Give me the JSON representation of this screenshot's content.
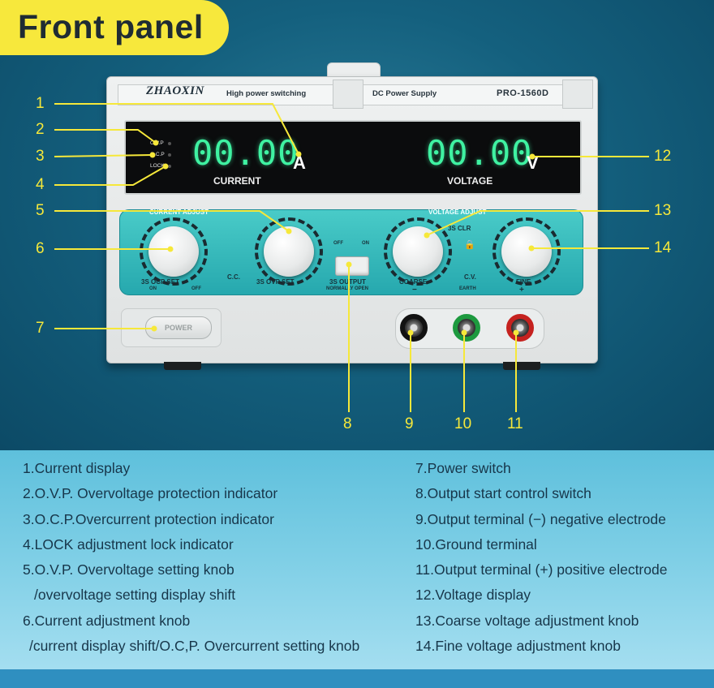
{
  "title": "Front panel",
  "device": {
    "brand": "ZHAOXIN",
    "tagline": "High power switching",
    "product": "DC Power Supply",
    "model": "PRO-1560D",
    "current_reading": "00.00",
    "current_unit": "A",
    "current_label": "CURRENT",
    "voltage_reading": "00.00",
    "voltage_unit": "V",
    "voltage_label": "VOLTAGE",
    "indicators": [
      "O.V.P",
      "O.C.P",
      "LOCK"
    ],
    "current_adjust_label": "CURRENT ADJUST",
    "voltage_adjust_label": "VOLTAGE ADJUST",
    "ocp_set": "3S  OCP SET",
    "ovp_set": "3S  OVP SET",
    "cc": "C.C.",
    "cv": "C.V.",
    "output_label": "3S OUTPUT",
    "normally_open": "NORMALLY OPEN",
    "off_label": "OFF",
    "on_label": "ON",
    "clr": "3S CLR",
    "coarse": "COARSE",
    "fine": "FINE",
    "earth": "EARTH",
    "minus": "−",
    "plus": "+",
    "on_small": "ON",
    "off_small": "OFF",
    "power_label": "POWER"
  },
  "callouts": [
    "1",
    "2",
    "3",
    "4",
    "5",
    "6",
    "7",
    "8",
    "9",
    "10",
    "11",
    "12",
    "13",
    "14"
  ],
  "legend_left": [
    "1.Current display",
    "2.O.V.P. Overvoltage protection indicator",
    "3.O.C.P.Overcurrent protection indicator",
    "4.LOCK adjustment lock indicator",
    "5.O.V.P. Overvoltage setting knob",
    "/overvoltage setting display shift",
    "6.Current adjustment knob",
    "/current display shift/O.C,P. Overcurrent setting knob"
  ],
  "legend_right": [
    "7.Power switch",
    "8.Output start control switch",
    "9.Output terminal (−) negative electrode",
    "10.Ground terminal",
    "11.Output terminal (+) positive electrode",
    "12.Voltage display",
    "13.Coarse voltage adjustment knob",
    "14.Fine voltage adjustment knob"
  ],
  "colors": {
    "accent_yellow": "#f7e83c",
    "lcd_green": "#3ff2a2",
    "panel_teal": "#37bcbc"
  }
}
